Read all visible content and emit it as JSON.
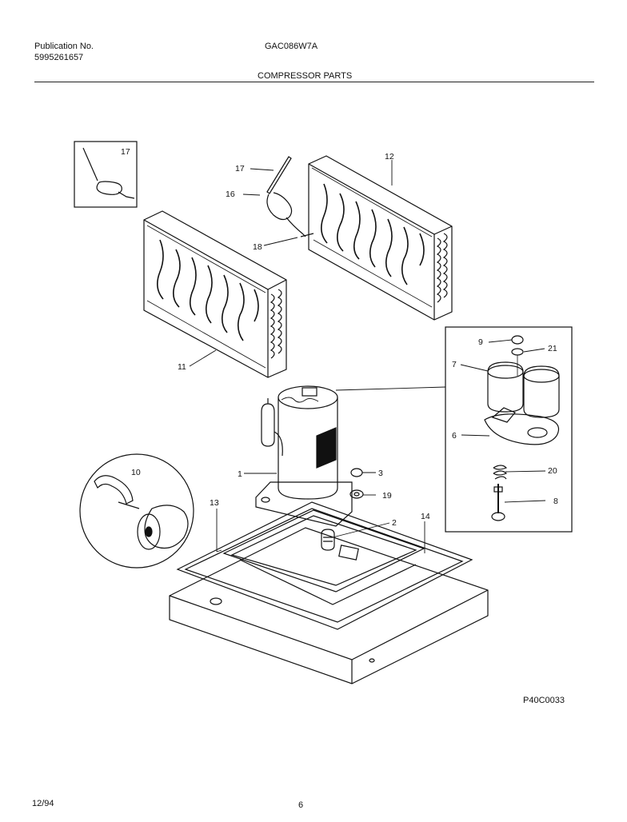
{
  "header": {
    "publication_label": "Publication No.",
    "publication_number": "5995261657",
    "model": "GAC086W7A",
    "section_title": "COMPRESSOR PARTS"
  },
  "diagram": {
    "callouts": {
      "inset_17": "17",
      "tube_17": "17",
      "tube_16": "16",
      "tube_18": "18",
      "coil_12": "12",
      "coil_11": "11",
      "cap_9": "9",
      "washer_21": "21",
      "overload_7": "7",
      "bracket_6": "6",
      "spring_20": "20",
      "bolt_8": "8",
      "detail_10": "10",
      "compressor_1": "1",
      "nut_3": "3",
      "washer_19": "19",
      "mount_2": "2",
      "pan_13": "13",
      "base_14": "14"
    },
    "drawing_code": "P40C0033"
  },
  "footer": {
    "date": "12/94",
    "page_number": "6"
  }
}
